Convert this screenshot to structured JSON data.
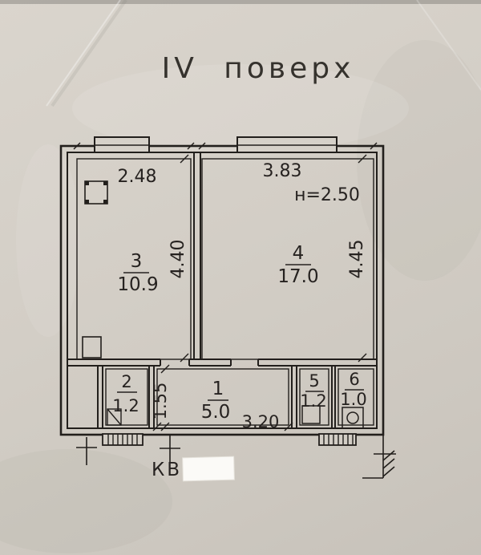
{
  "title": "IV поверх",
  "plan": {
    "ceiling_height": "н=2.50",
    "apartment_prefix": "КВ",
    "rooms": {
      "r3": {
        "number": "3",
        "area": "10.9",
        "width": "2.48",
        "depth": "4.40"
      },
      "r4": {
        "number": "4",
        "area": "17.0",
        "width": "3.83",
        "depth": "4.45"
      },
      "r1": {
        "number": "1",
        "area": "5.0",
        "width": "3.20",
        "depth": "1.55"
      },
      "r2": {
        "number": "2",
        "area": "1.2"
      },
      "r5": {
        "number": "5",
        "area": "1.2"
      },
      "r6": {
        "number": "6",
        "area": "1.0"
      }
    }
  },
  "colors": {
    "paper": "#d3cec6",
    "ink": "#221f1c",
    "redaction": "#fbfaf7"
  }
}
